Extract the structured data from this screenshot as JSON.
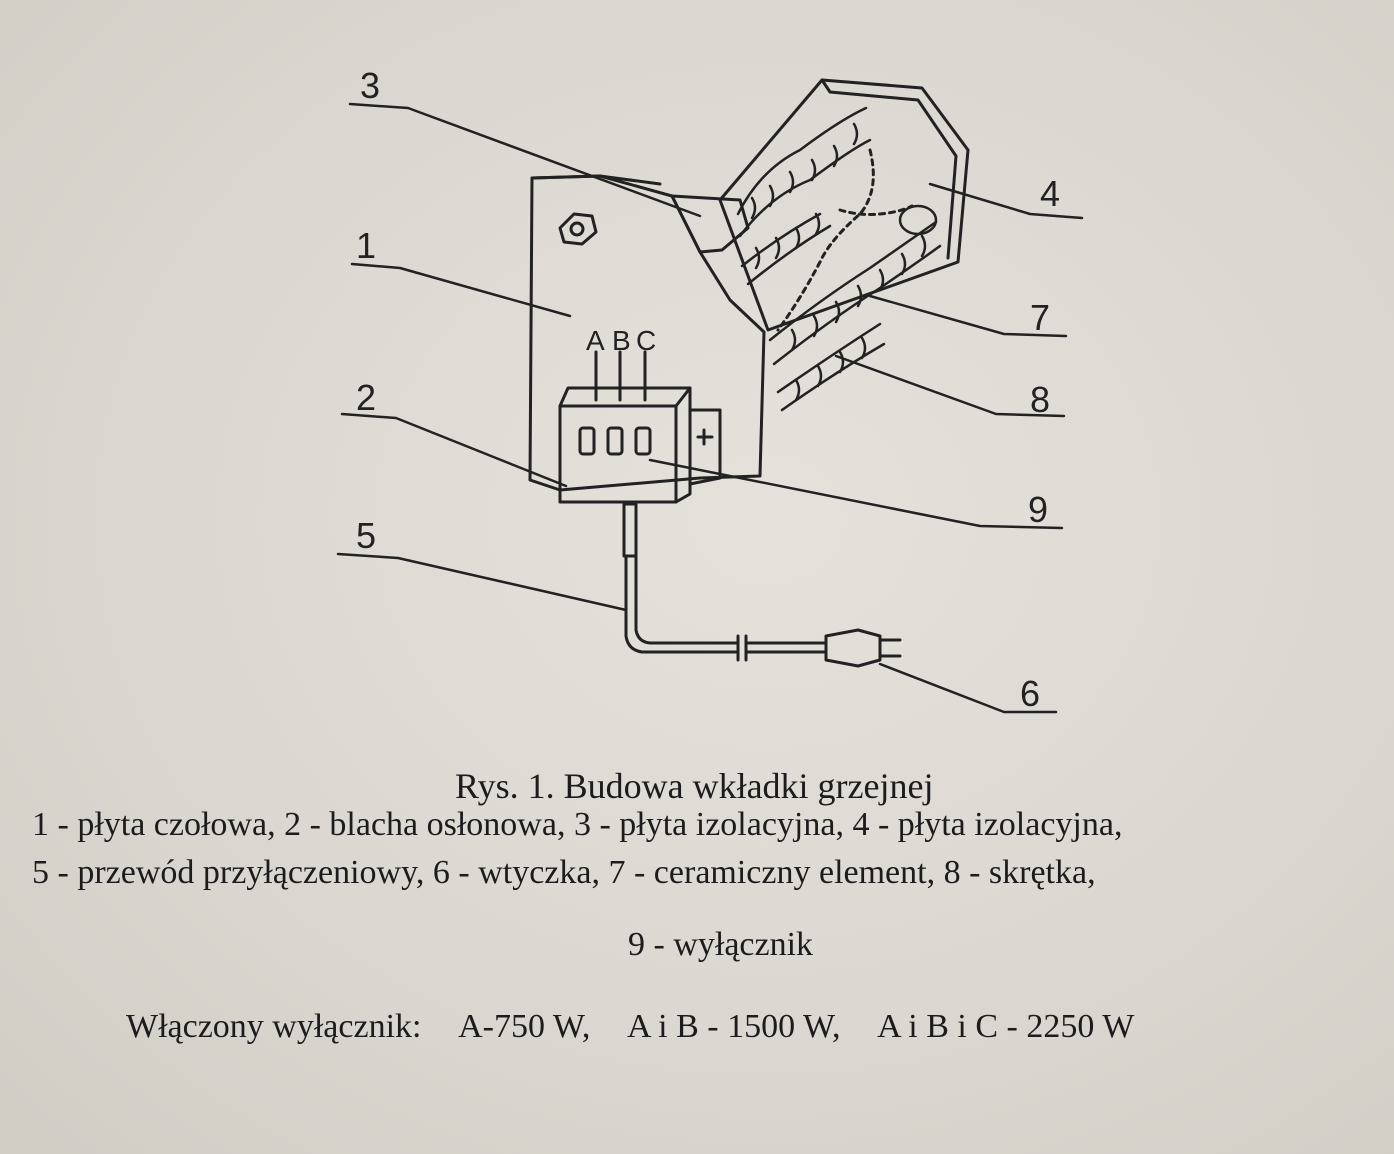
{
  "figure": {
    "callouts": [
      "1",
      "2",
      "3",
      "4",
      "5",
      "6",
      "7",
      "8",
      "9"
    ],
    "switch_letters": [
      "A",
      "B",
      "C"
    ]
  },
  "caption": {
    "title": "Rys. 1. Budowa wkładki grzejnej",
    "legend_line_1": "1 - płyta czołowa, 2 - blacha osłonowa, 3 - płyta izolacyjna, 4 - płyta izolacyjna,",
    "legend_line_2": "5 - przewód przyłączeniowy, 6 - wtyczka, 7 - ceramiczny element, 8 - skrętka,",
    "legend_line_3": "9 - wyłącznik"
  },
  "power": {
    "label": "Włączony wyłącznik:",
    "option_a": "A-750 W,",
    "option_ab": "A i B - 1500 W,",
    "option_abc": "A i B i C - 2250 W"
  }
}
